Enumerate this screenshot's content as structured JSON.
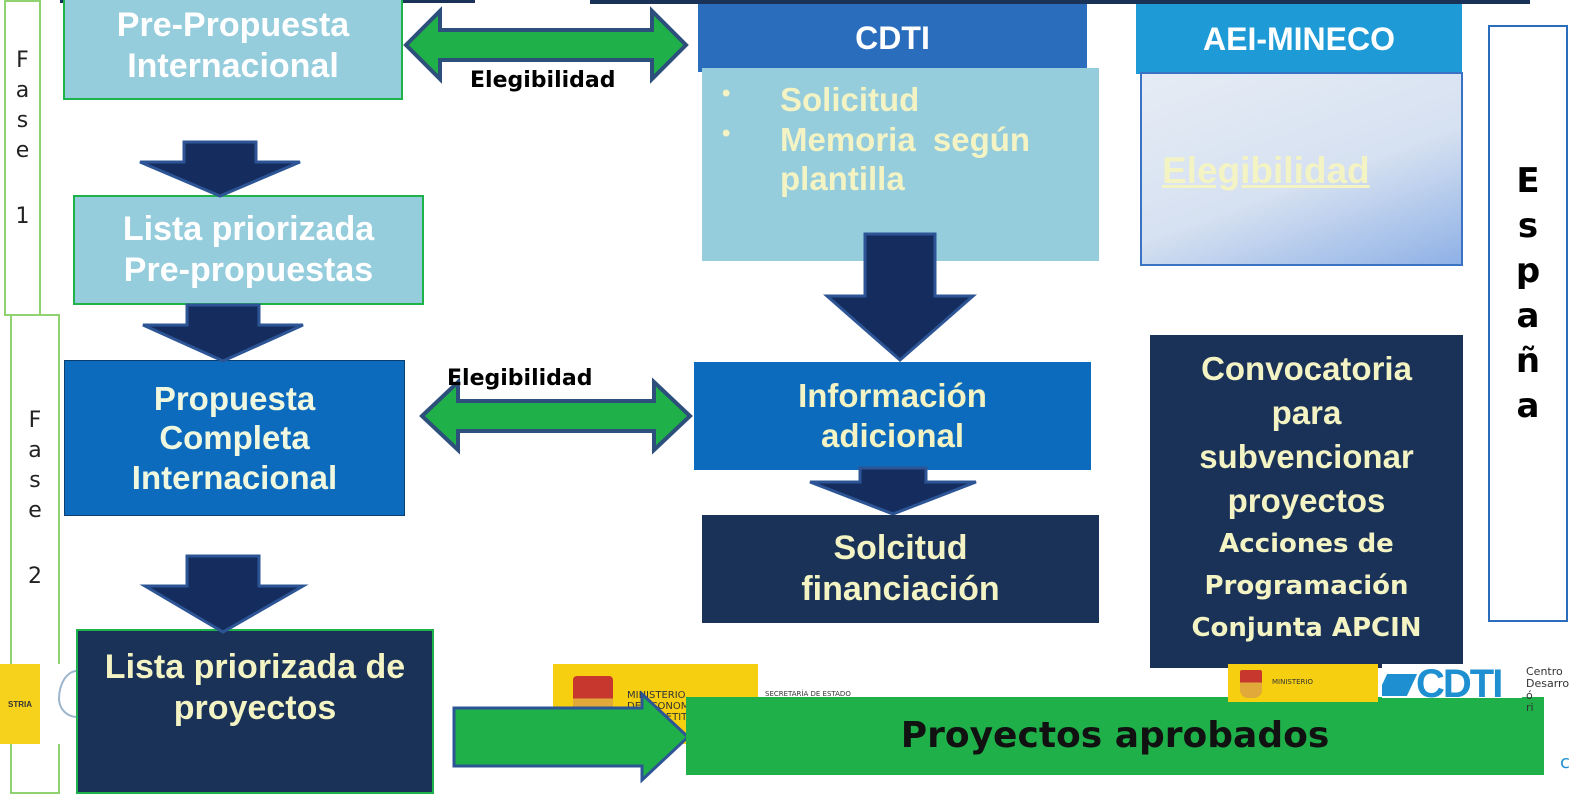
{
  "fase1": {
    "letters": [
      "F",
      "a",
      "s",
      "e"
    ],
    "number": "1"
  },
  "fase2": {
    "letters": [
      "F",
      "a",
      "s",
      "e"
    ],
    "number": "2"
  },
  "pre_propuesta": {
    "line1": "Pre-Propuesta",
    "line2": "Internacional"
  },
  "lista_pre": {
    "line1": "Lista priorizada",
    "line2": "Pre-propuestas"
  },
  "propuesta": {
    "line1": "Propuesta",
    "line2": "Completa",
    "line3": "Internacional"
  },
  "lista_proyectos": {
    "line1": "Lista priorizada de",
    "line2": "proyectos"
  },
  "elegibilidad_top": "Elegibilidad",
  "elegibilidad_mid": "Elegibilidad",
  "cdti": {
    "title": "CDTI",
    "bullets": [
      "Solicitud",
      "Memoria  según plantilla"
    ]
  },
  "aei": {
    "title": "AEI-MINECO",
    "link": "Elegibilidad"
  },
  "info_adicional": {
    "line1": "Información",
    "line2": "adicional"
  },
  "solicitud_fin": {
    "line1": "Solcitud",
    "line2": "financiación"
  },
  "convocatoria": {
    "lines": [
      "Convocatoria",
      "para",
      "subvencionar",
      "proyectos"
    ],
    "sub": [
      "Acciones de",
      "Programación",
      "Conjunta APCIN"
    ]
  },
  "espana": [
    "E",
    "s",
    "p",
    "a",
    "ñ",
    "a"
  ],
  "proyectos_aprobados": "Proyectos aprobados",
  "logos": {
    "left_text": "STRIA",
    "ministerio": [
      "MINISTERIO",
      "DE ECONOM",
      "Y COMPETITI"
    ],
    "secretaria": "SECRETARÍA DE ESTADO",
    "ministerio_small": "MINISTERIO",
    "cdti_logo": "CDTI",
    "cdti_side": [
      "Centro",
      "Desarro",
      "ó",
      "ri",
      "c"
    ]
  },
  "colors": {
    "green": "#1fb04a",
    "light_blue": "#95cddd",
    "mid_blue": "#0c6bbd",
    "navy": "#1a3257",
    "arrow_navy": "#142d5e"
  }
}
